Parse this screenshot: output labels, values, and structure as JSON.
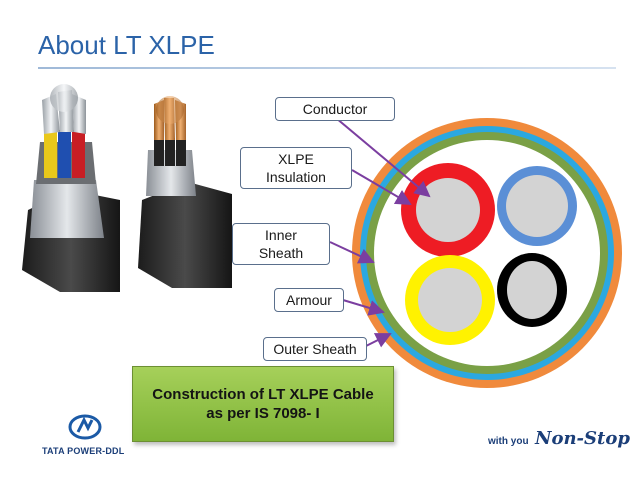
{
  "slide": {
    "title": "About LT XLPE"
  },
  "labels": {
    "conductor": "Conductor",
    "xlpe_line1": "XLPE",
    "xlpe_line2": "Insulation",
    "inner_line1": "Inner",
    "inner_line2": "Sheath",
    "armour": "Armour",
    "outer_sheath": "Outer Sheath"
  },
  "caption": {
    "line1": "Construction of LT XLPE Cable",
    "line2": "as per IS 7098- I"
  },
  "footer": {
    "logo_text": "TATA POWER-DDL",
    "tagline_small": "with you",
    "tagline_big": "Non-Stop"
  },
  "colors": {
    "title": "#2b63a8",
    "outer_sheath": "#f08a3c",
    "armour": "#2ba8e0",
    "inner_sheath": "#7aa046",
    "filler": "#ffffff",
    "insulation_red": "#ee1c24",
    "insulation_blue": "#5b8fd6",
    "insulation_yellow": "#fff200",
    "insulation_black": "#000000",
    "conductor": "#d3d3d3",
    "arrow": "#7b3ea0",
    "caption_bg": "#8fc045"
  },
  "icons": {
    "cable_photo_left": "multicore-armoured-cable-photo",
    "cable_photo_right": "multicore-cable-photo",
    "logo": "tata-power-ddl-logo"
  }
}
